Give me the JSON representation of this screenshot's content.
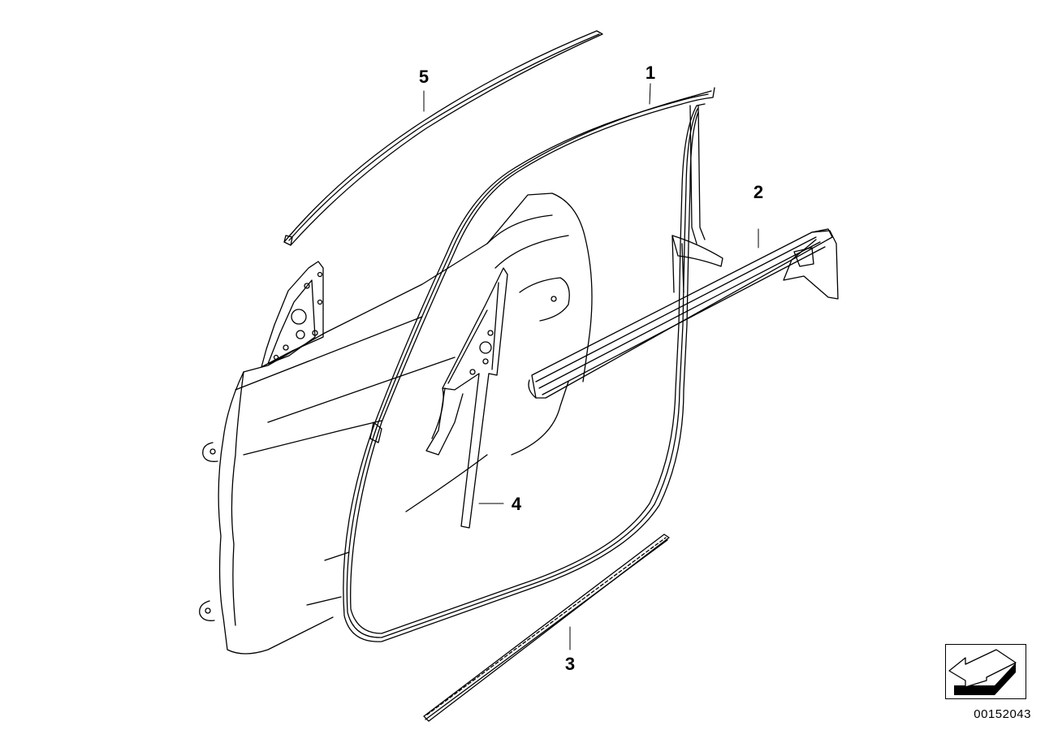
{
  "callouts": {
    "c1": "1",
    "c2": "2",
    "c3": "3",
    "c4": "4",
    "c5": "5"
  },
  "reference_number": "00152043",
  "nav_icon": "back-arrow-icon",
  "colors": {
    "line": "#000000",
    "background": "#ffffff",
    "icon_shadow": "#000000"
  }
}
